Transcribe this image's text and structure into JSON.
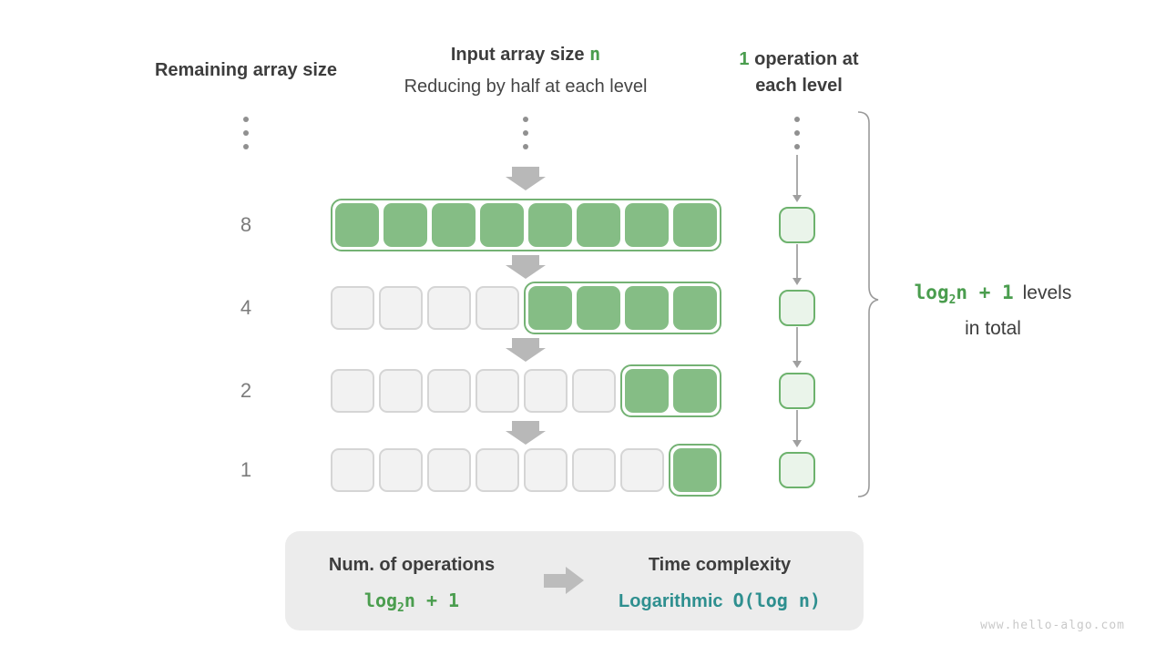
{
  "headers": {
    "remaining": "Remaining array size",
    "input_prefix": "Input array size ",
    "input_highlight": "n",
    "input_subtitle": "Reducing by half at each level",
    "ops_highlight": "1",
    "ops_line1_rest": " operation at",
    "ops_line2": "each level"
  },
  "rows": [
    {
      "label": "8",
      "gray_cells": 0,
      "green_cells": 8
    },
    {
      "label": "4",
      "gray_cells": 4,
      "green_cells": 4
    },
    {
      "label": "2",
      "gray_cells": 6,
      "green_cells": 2
    },
    {
      "label": "1",
      "gray_cells": 7,
      "green_cells": 1
    }
  ],
  "ops_column": {
    "box_count": 4
  },
  "brace_label": {
    "formula_log": "log",
    "formula_sub": "2",
    "formula_rest": "n + 1",
    "line1_text": "levels",
    "line2_text": "in total"
  },
  "summary": {
    "left_title": "Num. of operations",
    "left_formula_log": "log",
    "left_formula_sub": "2",
    "left_formula_rest": "n + 1",
    "right_title": "Time complexity",
    "right_word": "Logarithmic",
    "right_code": "O(log n)"
  },
  "watermark": "www.hello-algo.com",
  "colors": {
    "green_fill": "#85bd85",
    "green_border": "#74b274",
    "green_text": "#4a9d4e",
    "light_green_fill": "#eaf4ea",
    "teal_text": "#2e8f8f",
    "gray_cell_fill": "#f2f2f2",
    "gray_cell_border": "#d5d5d5",
    "arrow_gray": "#b8b8b8",
    "summary_bg": "#ececec"
  }
}
